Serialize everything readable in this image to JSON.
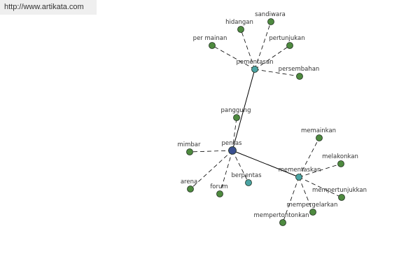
{
  "source_url": "http://www.artikata.com",
  "colors": {
    "main_node": "#3a4f8f",
    "hub_node": "#4aa3a3",
    "leaf_node": "#4e8a3f",
    "node_stroke": "#1f2f1f",
    "edge": "#000000",
    "label": "#333333",
    "url_bar_bg": "#efefef"
  },
  "graph": {
    "nodes": [
      {
        "id": "pentas",
        "label": "pentas",
        "kind": "main"
      },
      {
        "id": "pementasan",
        "label": "pementasan",
        "kind": "hub"
      },
      {
        "id": "mementaskan",
        "label": "mementaskan",
        "kind": "hub"
      },
      {
        "id": "berpentas",
        "label": "berpentas",
        "kind": "hub"
      },
      {
        "id": "hidangan",
        "label": "hidangan",
        "kind": "leaf"
      },
      {
        "id": "sandiwara",
        "label": "sandiwara",
        "kind": "leaf"
      },
      {
        "id": "per mainan",
        "label": "per mainan",
        "kind": "leaf"
      },
      {
        "id": "pertunjukan",
        "label": "pertunjukan",
        "kind": "leaf"
      },
      {
        "id": "persembahan",
        "label": "persembahan",
        "kind": "leaf"
      },
      {
        "id": "panggung",
        "label": "panggung",
        "kind": "leaf"
      },
      {
        "id": "mimbar",
        "label": "mimbar",
        "kind": "leaf"
      },
      {
        "id": "arena",
        "label": "arena",
        "kind": "leaf"
      },
      {
        "id": "forum",
        "label": "forum",
        "kind": "leaf"
      },
      {
        "id": "memainkan",
        "label": "memainkan",
        "kind": "leaf"
      },
      {
        "id": "melakonkan",
        "label": "melakonkan",
        "kind": "leaf"
      },
      {
        "id": "mempertunjukkan",
        "label": "mempertunjukkan",
        "kind": "leaf"
      },
      {
        "id": "mempergelarkan",
        "label": "mempergelarkan",
        "kind": "leaf"
      },
      {
        "id": "mempertontonkan",
        "label": "mempertontonkan",
        "kind": "leaf"
      }
    ],
    "edges": [
      {
        "from": "pentas",
        "to": "pementasan",
        "style": "solid"
      },
      {
        "from": "pentas",
        "to": "mementaskan",
        "style": "solid"
      },
      {
        "from": "pementasan",
        "to": "hidangan",
        "style": "dashed"
      },
      {
        "from": "pementasan",
        "to": "sandiwara",
        "style": "dashed"
      },
      {
        "from": "pementasan",
        "to": "per mainan",
        "style": "dashed"
      },
      {
        "from": "pementasan",
        "to": "pertunjukan",
        "style": "dashed"
      },
      {
        "from": "pementasan",
        "to": "persembahan",
        "style": "dashed"
      },
      {
        "from": "pentas",
        "to": "panggung",
        "style": "dashed"
      },
      {
        "from": "pentas",
        "to": "mimbar",
        "style": "dashed"
      },
      {
        "from": "pentas",
        "to": "arena",
        "style": "dashed"
      },
      {
        "from": "pentas",
        "to": "forum",
        "style": "dashed"
      },
      {
        "from": "pentas",
        "to": "berpentas",
        "style": "dashed"
      },
      {
        "from": "mementaskan",
        "to": "memainkan",
        "style": "dashed"
      },
      {
        "from": "mementaskan",
        "to": "melakonkan",
        "style": "dashed"
      },
      {
        "from": "mementaskan",
        "to": "mempertunjukkan",
        "style": "dashed"
      },
      {
        "from": "mementaskan",
        "to": "mempergelarkan",
        "style": "dashed"
      },
      {
        "from": "mementaskan",
        "to": "mempertontonkan",
        "style": "dashed"
      }
    ]
  }
}
